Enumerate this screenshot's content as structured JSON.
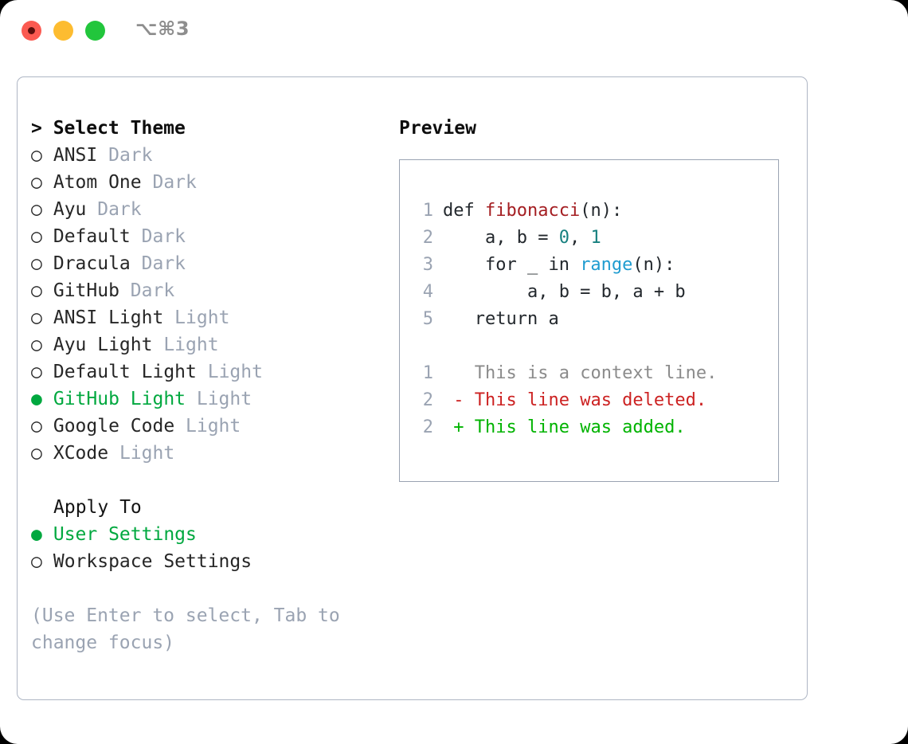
{
  "titlebar": {
    "shortcut": "⌥⌘3",
    "dots": [
      {
        "name": "close",
        "color": "#fb5a51"
      },
      {
        "name": "minimize",
        "color": "#fdbc30"
      },
      {
        "name": "maximize",
        "color": "#22c63c"
      }
    ]
  },
  "theme_list": {
    "header": "> Select Theme",
    "items": [
      {
        "bullet": "○",
        "name": "ANSI",
        "category": "Dark",
        "selected": false
      },
      {
        "bullet": "○",
        "name": "Atom One",
        "category": "Dark",
        "selected": false
      },
      {
        "bullet": "○",
        "name": "Ayu",
        "category": "Dark",
        "selected": false
      },
      {
        "bullet": "○",
        "name": "Default",
        "category": "Dark",
        "selected": false
      },
      {
        "bullet": "○",
        "name": "Dracula",
        "category": "Dark",
        "selected": false
      },
      {
        "bullet": "○",
        "name": "GitHub",
        "category": "Dark",
        "selected": false
      },
      {
        "bullet": "○",
        "name": "ANSI Light",
        "category": "Light",
        "selected": false
      },
      {
        "bullet": "○",
        "name": "Ayu Light",
        "category": "Light",
        "selected": false
      },
      {
        "bullet": "○",
        "name": "Default Light",
        "category": "Light",
        "selected": false
      },
      {
        "bullet": "●",
        "name": "GitHub Light",
        "category": "Light",
        "selected": true
      },
      {
        "bullet": "○",
        "name": "Google Code",
        "category": "Light",
        "selected": false
      },
      {
        "bullet": "○",
        "name": "XCode",
        "category": "Light",
        "selected": false
      }
    ]
  },
  "apply_to": {
    "header": "Apply To",
    "items": [
      {
        "bullet": "●",
        "name": "User Settings",
        "selected": true
      },
      {
        "bullet": "○",
        "name": "Workspace Settings",
        "selected": false
      }
    ]
  },
  "hint": "(Use Enter to select, Tab to change focus)",
  "preview": {
    "title": "Preview",
    "code_lines": [
      {
        "num": "1",
        "tokens": [
          {
            "t": "def ",
            "c": "plain"
          },
          {
            "t": "fibonacci",
            "c": "fn"
          },
          {
            "t": "(n):",
            "c": "plain"
          }
        ]
      },
      {
        "num": "2",
        "tokens": [
          {
            "t": "    a, b = ",
            "c": "plain"
          },
          {
            "t": "0",
            "c": "num"
          },
          {
            "t": ", ",
            "c": "plain"
          },
          {
            "t": "1",
            "c": "num"
          }
        ]
      },
      {
        "num": "3",
        "tokens": [
          {
            "t": "    for _ in ",
            "c": "plain"
          },
          {
            "t": "range",
            "c": "kw"
          },
          {
            "t": "(n):",
            "c": "plain"
          }
        ]
      },
      {
        "num": "4",
        "tokens": [
          {
            "t": "        a, b = b, a + b",
            "c": "plain"
          }
        ]
      },
      {
        "num": "5",
        "tokens": [
          {
            "t": "   return a",
            "c": "plain"
          }
        ]
      }
    ],
    "diff_lines": [
      {
        "num": "1",
        "marker": "  ",
        "text": "This is a context line.",
        "kind": "ctx"
      },
      {
        "num": "2",
        "marker": "- ",
        "text": "This line was deleted.",
        "kind": "del"
      },
      {
        "num": "2",
        "marker": "+ ",
        "text": "This line was added.",
        "kind": "add"
      }
    ]
  },
  "colors": {
    "accent_green": "#00a83f",
    "muted_gray": "#9aa3b2",
    "border": "#aeb6c4",
    "diff_add": "#00b300",
    "diff_del": "#cc2222",
    "code_fn": "#a41e22",
    "code_num": "#17807f",
    "code_kw": "#1f9cd0"
  }
}
